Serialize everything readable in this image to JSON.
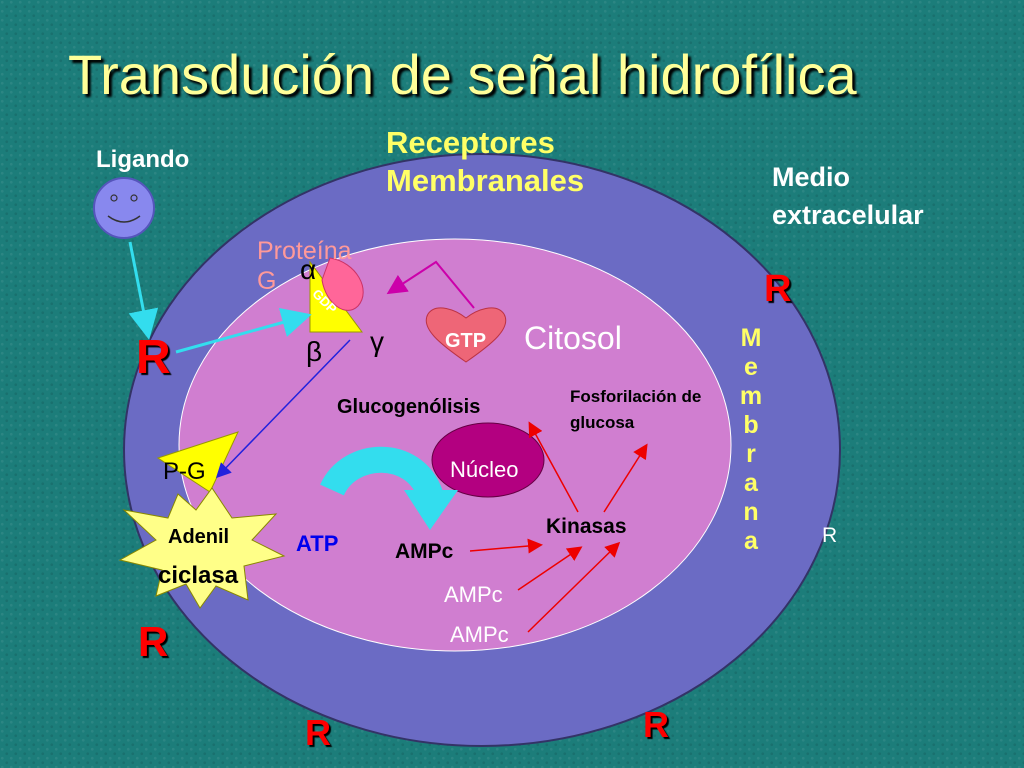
{
  "title": "Transdución de señal hidrofílica",
  "labels": {
    "receptores": "Receptores Membranales",
    "ligando": "Ligando",
    "medio_extracelular": "Medio extracelular",
    "proteina_g": "Proteína G",
    "citosol": "Citosol",
    "glucogenolisis": "Glucogenólisis",
    "fosforilacion": "Fosforilación de glucosa",
    "nucleo": "Núcleo",
    "kinasas": "Kinasas",
    "atp": "ATP",
    "ampc_1": "AMPc",
    "ampc_2": "AMPc",
    "ampc_3": "AMPc",
    "pg": "P-G",
    "adenil": "Adenil",
    "ciclasa": "ciclasa",
    "gtp": "GTP",
    "gdp": "GDP",
    "alpha": "α",
    "beta": "β",
    "gamma": "γ",
    "membrana_letters": [
      "M",
      "e",
      "m",
      "b",
      "r",
      "a",
      "n",
      "a"
    ],
    "r_small": "R"
  },
  "receptor_marks": [
    "R",
    "R",
    "R",
    "R",
    "R"
  ],
  "colors": {
    "background": "#1c7d7a",
    "membrane": "#6b6bc4",
    "cytosol": "#d07ed0",
    "title": "#ffff99",
    "receptor": "#ff0000",
    "arrow_cyan": "#33ddee",
    "arrow_red": "#ee0000",
    "arrow_blue": "#2222dd",
    "arrow_magenta": "#cc00aa"
  }
}
